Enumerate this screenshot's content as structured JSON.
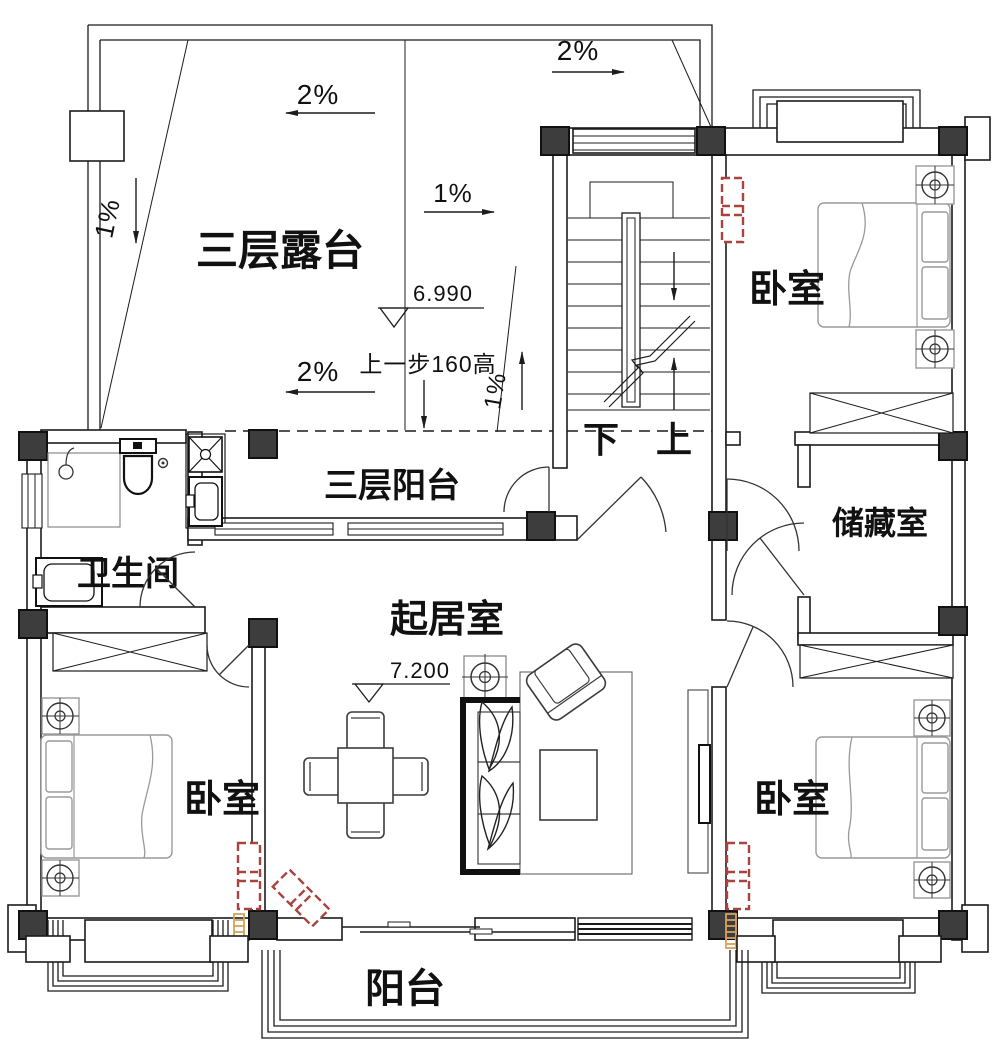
{
  "plan": {
    "rooms": {
      "terrace": {
        "label": "三层露台"
      },
      "bedroom_top_right": {
        "label": "卧室"
      },
      "storage": {
        "label": "储藏室"
      },
      "bathroom": {
        "label": "卫生间"
      },
      "upper_balcony": {
        "label": "三层阳台"
      },
      "living_room": {
        "label": "起居室"
      },
      "bedroom_bottom_left": {
        "label": "卧室"
      },
      "bedroom_bottom_right": {
        "label": "卧室"
      },
      "balcony": {
        "label": "阳台"
      }
    },
    "stairs": {
      "down_label": "下",
      "up_label": "上"
    },
    "annotations": {
      "slope_terrace_top": "2%",
      "slope_terrace_left": "1%",
      "slope_terrace_mid": "1%",
      "slope_terrace_bottom": "2%",
      "slope_roof_right": "2%",
      "slope_stair_side": "1%",
      "level_terrace": "6.990",
      "level_living": "7.200",
      "step_note": "上一步160高"
    },
    "colors": {
      "line": "#1c1c1c",
      "furniture": "#9a9a9a",
      "column_fill": "#3d3d3d",
      "flue_red": "#a8433f",
      "downspout_orange": "#d9a15b",
      "background": "#ffffff"
    }
  }
}
